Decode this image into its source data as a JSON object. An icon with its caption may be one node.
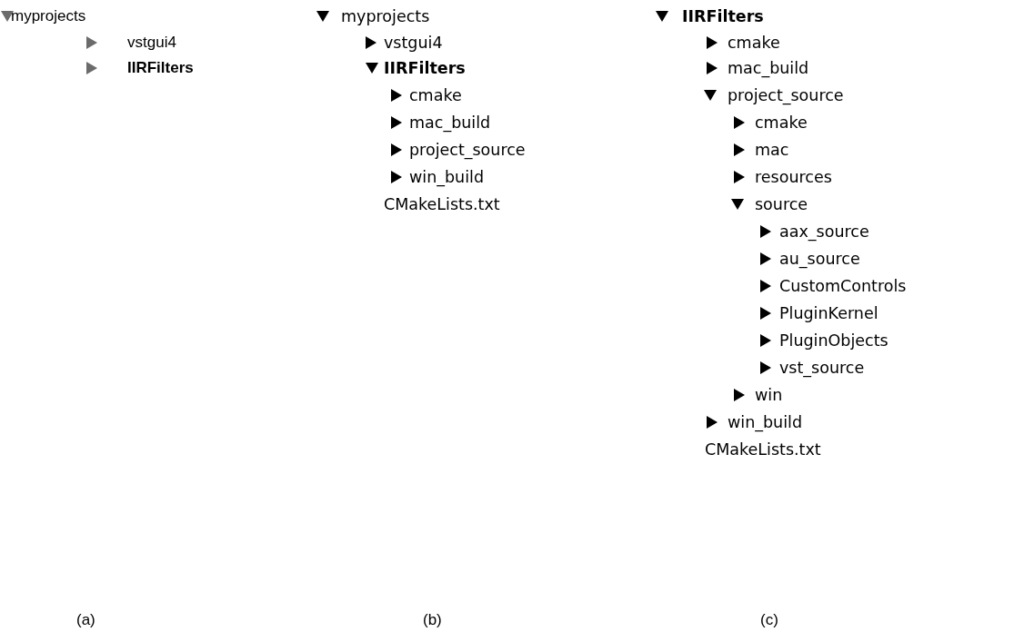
{
  "diagram": {
    "labels": [
      "myprojects",
      "vstgui4",
      "IIRFilters",
      "(a)",
      "myprojects",
      "vstgui4",
      "IIRFilters",
      "cmake",
      "mac_build",
      "project_source",
      "win_build",
      "CMakeLists.txt",
      "(b)",
      "IIRFilters",
      "cmake",
      "mac_build",
      "project_source",
      "cmake",
      "mac",
      "resources",
      "source",
      "aax_source",
      "au_source",
      "CustomControls",
      "PluginKernel",
      "PluginObjects",
      "vst_source",
      "win",
      "win_build",
      "CMakeLists.txt",
      "(c)"
    ]
  }
}
